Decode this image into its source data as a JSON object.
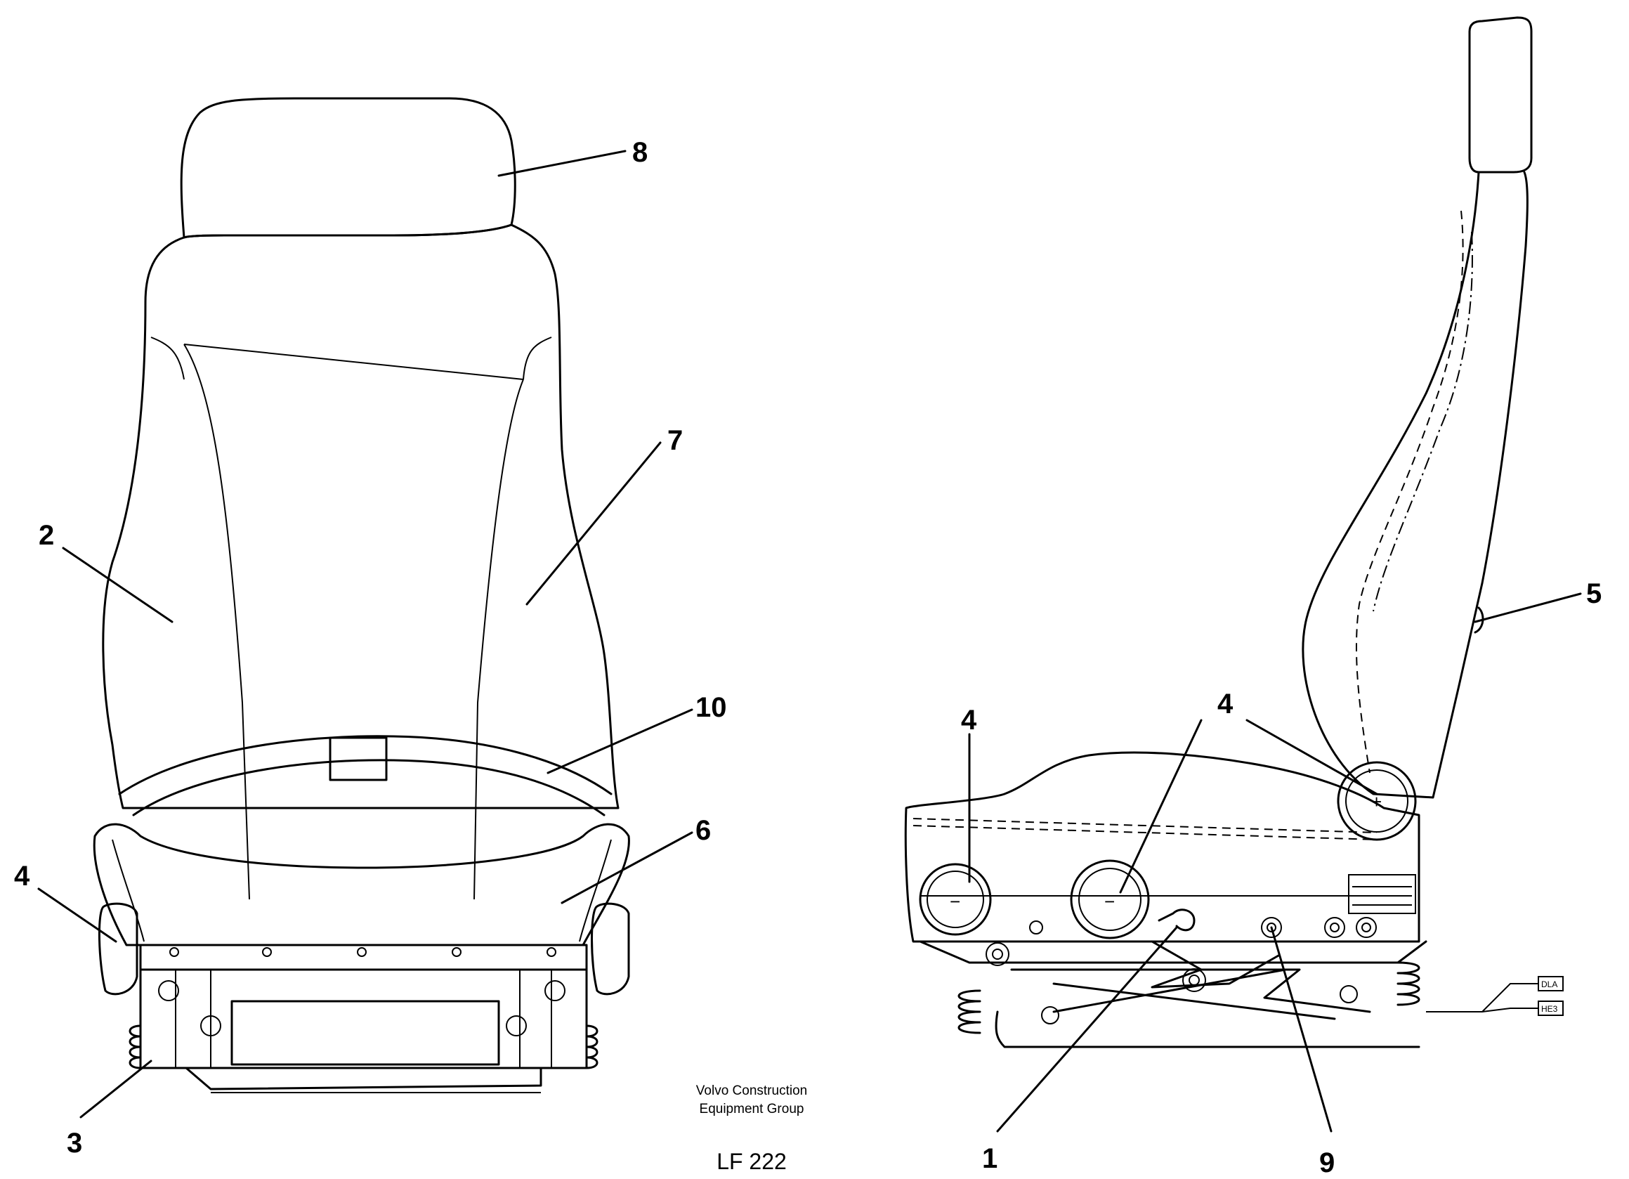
{
  "callouts": {
    "front": {
      "n8": "8",
      "n7": "7",
      "n2": "2",
      "n10": "10",
      "n6": "6",
      "n4": "4",
      "n3": "3"
    },
    "side": {
      "n5": "5",
      "n4a": "4",
      "n4b": "4",
      "n1": "1",
      "n9": "9"
    }
  },
  "knob_symbols": {
    "minus": "−",
    "plus": "+"
  },
  "wire_tags": {
    "top": "DLA",
    "bottom": "HE3"
  },
  "footer": {
    "company_line1": "Volvo Construction",
    "company_line2": "Equipment Group",
    "drawing_code": "LF 222"
  }
}
